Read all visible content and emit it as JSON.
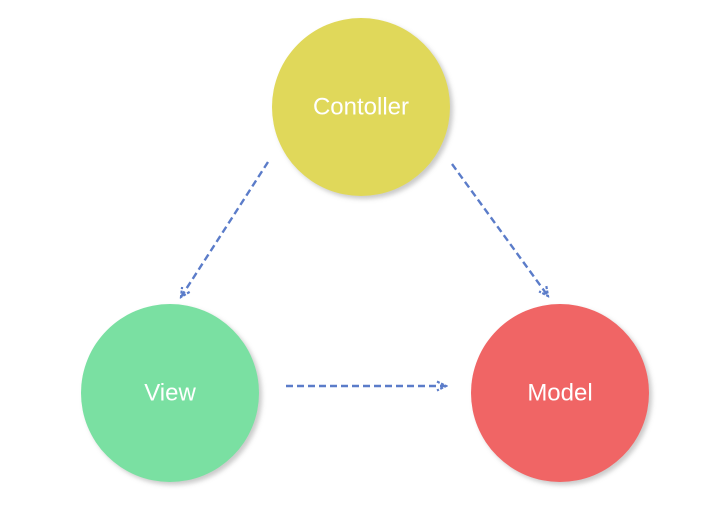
{
  "diagram": {
    "nodes": {
      "controller": {
        "label": "Contoller",
        "color": "#e0d85a"
      },
      "view": {
        "label": "View",
        "color": "#7ae0a2"
      },
      "model": {
        "label": "Model",
        "color": "#f06565"
      }
    },
    "edges": [
      {
        "from": "Contoller",
        "to": "View"
      },
      {
        "from": "Contoller",
        "to": "Model"
      },
      {
        "from": "View",
        "to": "Model"
      }
    ],
    "edge_style": {
      "color": "#5b7cc9",
      "line": "dashed",
      "arrowhead": "open"
    },
    "shadow_color": "#8a8a8a"
  }
}
